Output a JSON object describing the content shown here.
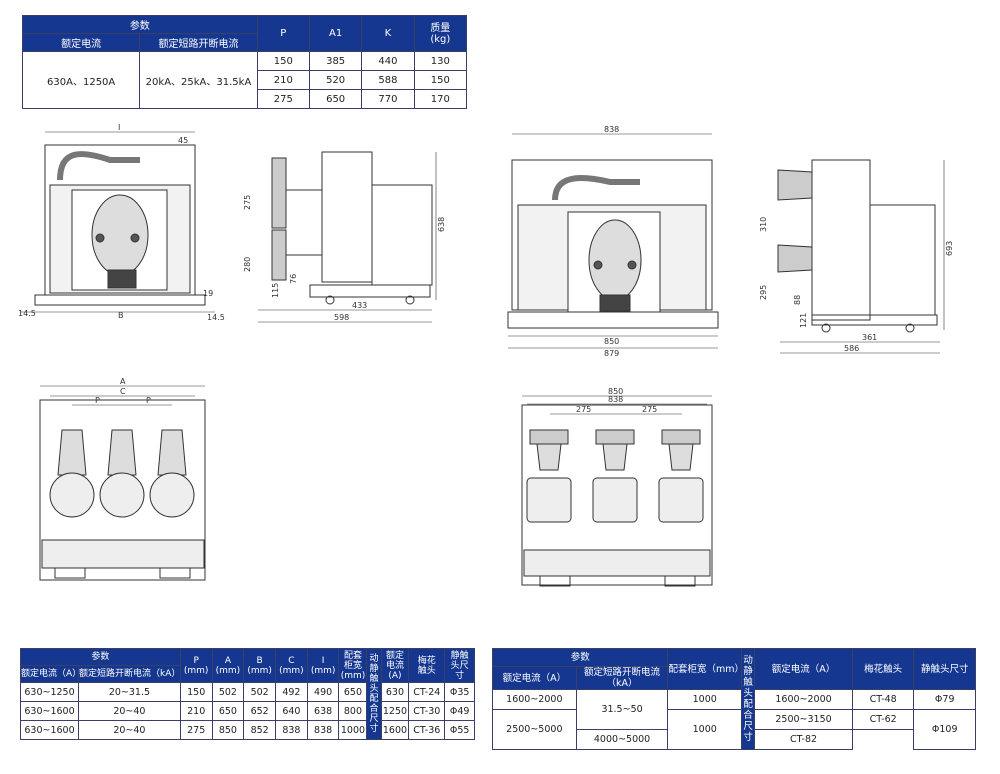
{
  "top_table": {
    "header_params": "参数",
    "header_rated_current": "额定电流",
    "header_short_circuit": "额定短路开断电流",
    "col_p": "P",
    "col_a1": "A1",
    "col_k": "K",
    "col_mass": "质量\n(kg)",
    "rated_current": "630A、1250A",
    "short_circuit": "20kA、25kA、31.5kA",
    "rows": [
      {
        "p": "150",
        "a1": "385",
        "k": "440",
        "mass": "130"
      },
      {
        "p": "210",
        "a1": "520",
        "k": "588",
        "mass": "150"
      },
      {
        "p": "275",
        "a1": "650",
        "k": "770",
        "mass": "170"
      }
    ]
  },
  "drawings": {
    "left_front_dims": {
      "I": "I",
      "d45": "45",
      "B": "B",
      "d19": "19",
      "d14_5_left": "14.5",
      "d14_5_right": "14.5"
    },
    "left_side_dims": {
      "d275": "275",
      "d280": "280",
      "d115": "115",
      "d76": "76",
      "d638": "638",
      "d433": "433",
      "d598": "598"
    },
    "right_front_dims": {
      "d838": "838",
      "d850": "850",
      "d879": "879"
    },
    "right_side_dims": {
      "d310": "310",
      "d295": "295",
      "d88": "88",
      "d121": "121",
      "d693": "693",
      "d361": "361",
      "d586": "586"
    },
    "left_top_dims": {
      "A": "A",
      "C": "C",
      "P1": "P",
      "P2": "P"
    },
    "right_top_dims": {
      "d850": "850",
      "d838": "838",
      "d275a": "275",
      "d275b": "275"
    }
  },
  "bottom_left_table": {
    "header_params": "参数",
    "h_rated_current": "额定电流（A）",
    "h_short_circuit": "额定短路开断电流（kA）",
    "h_p": "P\n(mm)",
    "h_a": "A\n(mm)",
    "h_b": "B\n(mm)",
    "h_c": "C\n(mm)",
    "h_i": "I\n(mm)",
    "h_cabinet": "配套\n柜宽\n(mm)",
    "h_moving": "动静触头配合尺寸",
    "h_rated2": "额定\n电流\n(A)",
    "h_plum": "梅花\n触头",
    "h_static": "静触\n头尺\n寸",
    "rows": [
      {
        "rc": "630~1250",
        "sc": "20~31.5",
        "p": "150",
        "a": "502",
        "b": "502",
        "c": "492",
        "i": "490",
        "cab": "650",
        "rc2": "630",
        "plum": "CT-24",
        "st": "Φ35"
      },
      {
        "rc": "630~1600",
        "sc": "20~40",
        "p": "210",
        "a": "650",
        "b": "652",
        "c": "640",
        "i": "638",
        "cab": "800",
        "rc2": "1250",
        "plum": "CT-30",
        "st": "Φ49"
      },
      {
        "rc": "630~1600",
        "sc": "20~40",
        "p": "275",
        "a": "850",
        "b": "852",
        "c": "838",
        "i": "838",
        "cab": "1000",
        "rc2": "1600",
        "plum": "CT-36",
        "st": "Φ55"
      }
    ]
  },
  "bottom_right_table": {
    "header_params": "参数",
    "h_rated_current": "额定电流（A）",
    "h_short_circuit": "额定短路开断电流\n（kA）",
    "h_cabinet": "配套柜宽（mm）",
    "h_moving": "动静触头配合尺寸",
    "h_rated2": "额定电流（A）",
    "h_plum": "梅花触头",
    "h_static": "静触头尺寸",
    "sc_merged": "31.5~50",
    "static_merged": "Φ109",
    "rows": [
      {
        "rc": "1600~2000",
        "cab": "1000",
        "rc2": "1600~2000",
        "plum": "CT-48",
        "st": "Φ79"
      },
      {
        "rc": "2500~5000",
        "cab": "1000",
        "rc2": "2500~3150",
        "plum": "CT-62"
      },
      {
        "rc2": "4000~5000",
        "plum": "CT-82"
      }
    ]
  },
  "colors": {
    "header_blue": "#15378f",
    "line": "#333333"
  }
}
